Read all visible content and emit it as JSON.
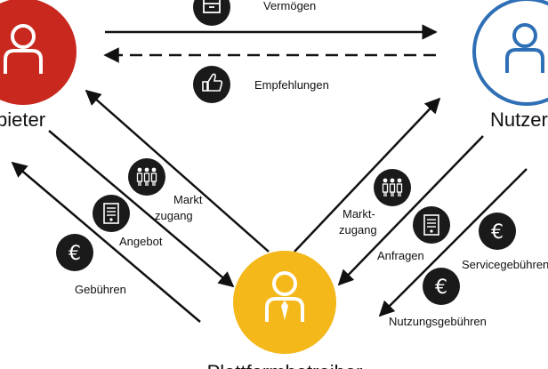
{
  "nodes": {
    "anbieter": {
      "label": "bieter",
      "color": "#c8281e",
      "icon": "person-icon"
    },
    "nutzer": {
      "label": "Nutzer",
      "color": "#2e6fb5",
      "icon": "person-icon"
    },
    "plattform": {
      "label": "Plattformbetreiber",
      "color": "#f4b81a",
      "icon": "person-tie-icon"
    }
  },
  "flows": {
    "vermoegen": "Vermögen",
    "empfehlungen": "Empfehlungen",
    "markt_zugang_left": [
      "Markt",
      "zugang"
    ],
    "angebot": "Angebot",
    "gebuehren": "Gebühren",
    "markt_zugang_right": [
      "Markt-",
      "zugang"
    ],
    "anfragen": "Anfragen",
    "servicegebuehren": "Servicegebühren",
    "nutzungsgebuehren": "Nutzungsgebühren"
  },
  "colors": {
    "icon_badge": "#1a1a1a",
    "arrow": "#111111"
  }
}
